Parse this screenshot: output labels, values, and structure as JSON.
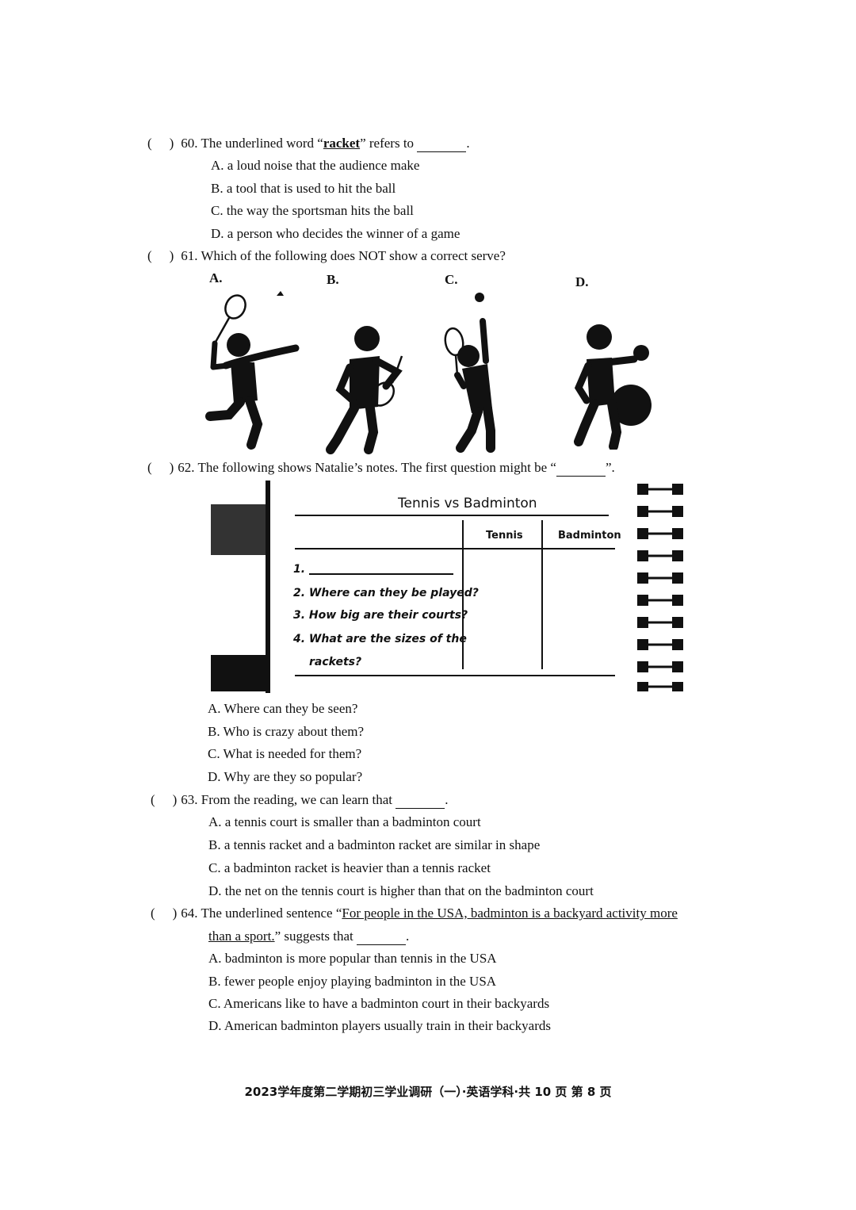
{
  "q60": {
    "paren_open": "(",
    "paren_close": ")",
    "number": "60.",
    "stem_before": "The underlined word “",
    "word": "racket",
    "stem_after": "” refers to",
    "period": ".",
    "options": [
      "A. a loud noise that the audience make",
      "B. a tool that is used to hit the ball",
      "C. the way the sportsman hits the ball",
      "D. a person who decides the winner of a game"
    ]
  },
  "q61": {
    "paren_open": "(",
    "paren_close": ")",
    "number": "61.",
    "stem": "Which of the following does NOT show a correct serve?",
    "picture_labels": [
      "A.",
      "B.",
      "C.",
      "D."
    ]
  },
  "q62": {
    "paren_open": "(",
    "paren_close": ")",
    "number": "62.",
    "stem": "The following shows Natalie’s notes. The first question might be “",
    "stem_end": "”.",
    "notes": {
      "title": "Tennis vs Badminton",
      "col_tennis": "Tennis",
      "col_badminton": "Badminton",
      "q1": "1.",
      "q2": "2. Where can they be played?",
      "q3": "3. How big are their courts?",
      "q4a": "4. What are the sizes of the",
      "q4b": "rackets?"
    },
    "options": [
      "A. Where can they be seen?",
      "B. Who is crazy about them?",
      "C. What is needed for them?",
      "D. Why are they so popular?"
    ]
  },
  "q63": {
    "paren_open": "(",
    "paren_close": ")",
    "number": "63.",
    "stem": "From the reading, we can learn that",
    "period": ".",
    "options": [
      "A. a tennis court is smaller than a badminton court",
      "B. a tennis racket and a badminton racket are similar in shape",
      "C. a badminton racket is heavier than a tennis racket",
      "D. the net on the tennis court is higher than that on the badminton court"
    ]
  },
  "q64": {
    "paren_open": "(",
    "paren_close": ")",
    "number": "64.",
    "stem_before": "The underlined sentence “",
    "sentence_line1": "For people in the USA, badminton is a backyard activity more",
    "sentence_line2": "than a sport.",
    "stem_after": "” suggests that",
    "period": ".",
    "options": [
      "A. badminton is more popular than tennis in the USA",
      "B. fewer people enjoy playing badminton in the USA",
      "C. Americans like to have a badminton court in their backyards",
      "D. American badminton players usually train in their backyards"
    ]
  },
  "footer": "2023学年度第二学期初三学业调研（一）·英语学科·共 10 页 第 8 页",
  "colors": {
    "ink": "#111111",
    "paper": "#ffffff"
  }
}
